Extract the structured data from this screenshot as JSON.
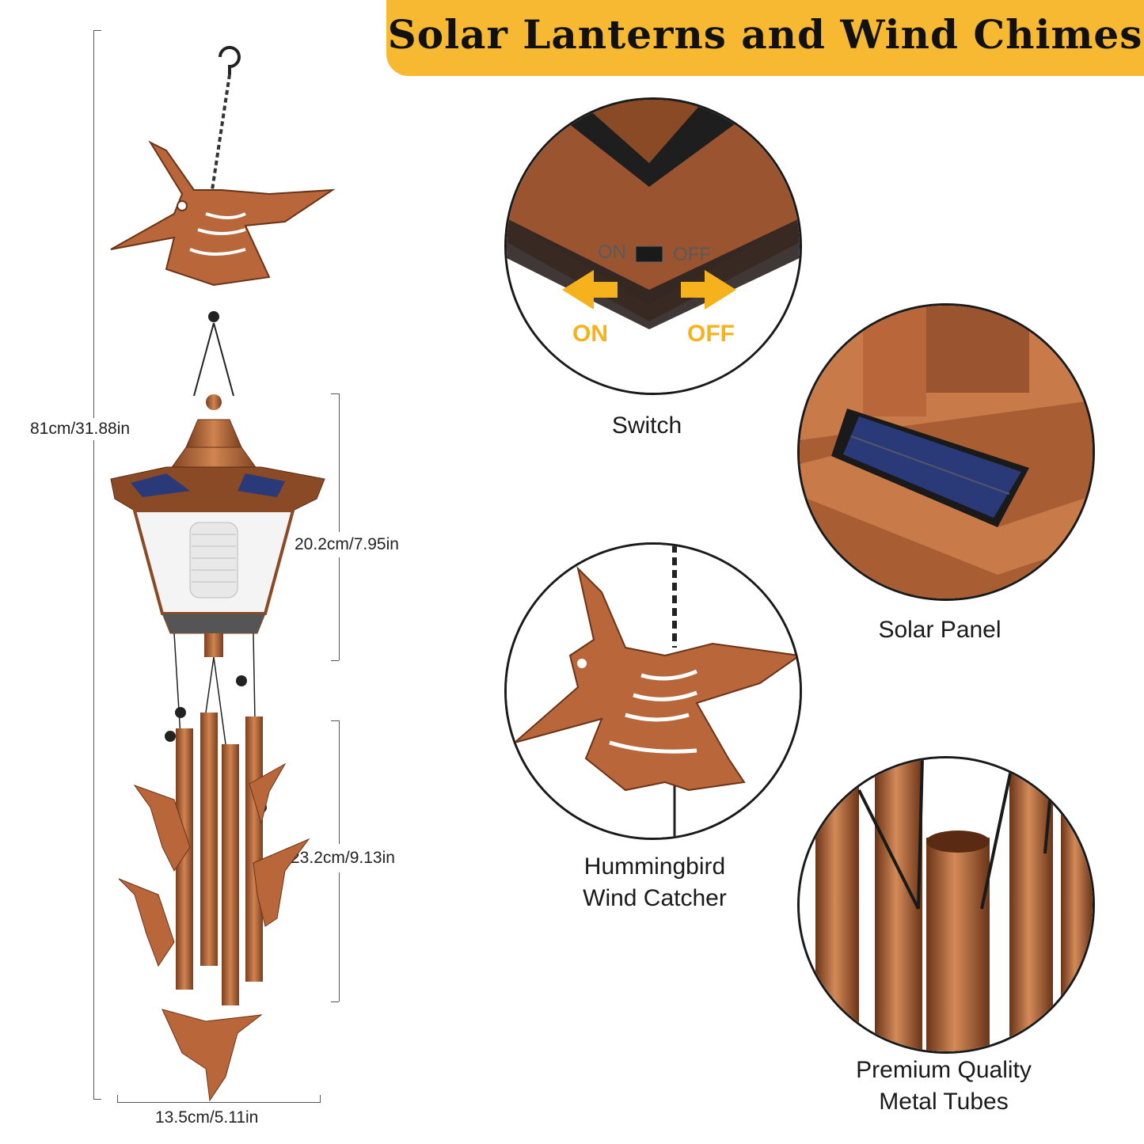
{
  "banner": {
    "title": "Solar Lanterns and Wind Chimes"
  },
  "dimensions": {
    "total_height": "81cm/31.88in",
    "lantern_height": "20.2cm/7.95in",
    "tube_length": "23.2cm/9.13in",
    "width": "13.5cm/5.11in"
  },
  "features": {
    "switch": {
      "caption": "Switch",
      "on_label": "ON",
      "off_label": "OFF",
      "embossed_on": "ON",
      "embossed_off": "OFF"
    },
    "solar_panel": {
      "caption": "Solar Panel"
    },
    "hummingbird": {
      "caption_line1": "Hummingbird",
      "caption_line2": "Wind Catcher"
    },
    "tubes": {
      "caption_line1": "Premium Quality",
      "caption_line2": "Metal Tubes"
    }
  },
  "colors": {
    "banner": "#f8b932",
    "copper": "#b8663a",
    "copper_dark": "#7a3f1f",
    "arrow": "#f6b21d",
    "panel": "#2a3a78"
  }
}
